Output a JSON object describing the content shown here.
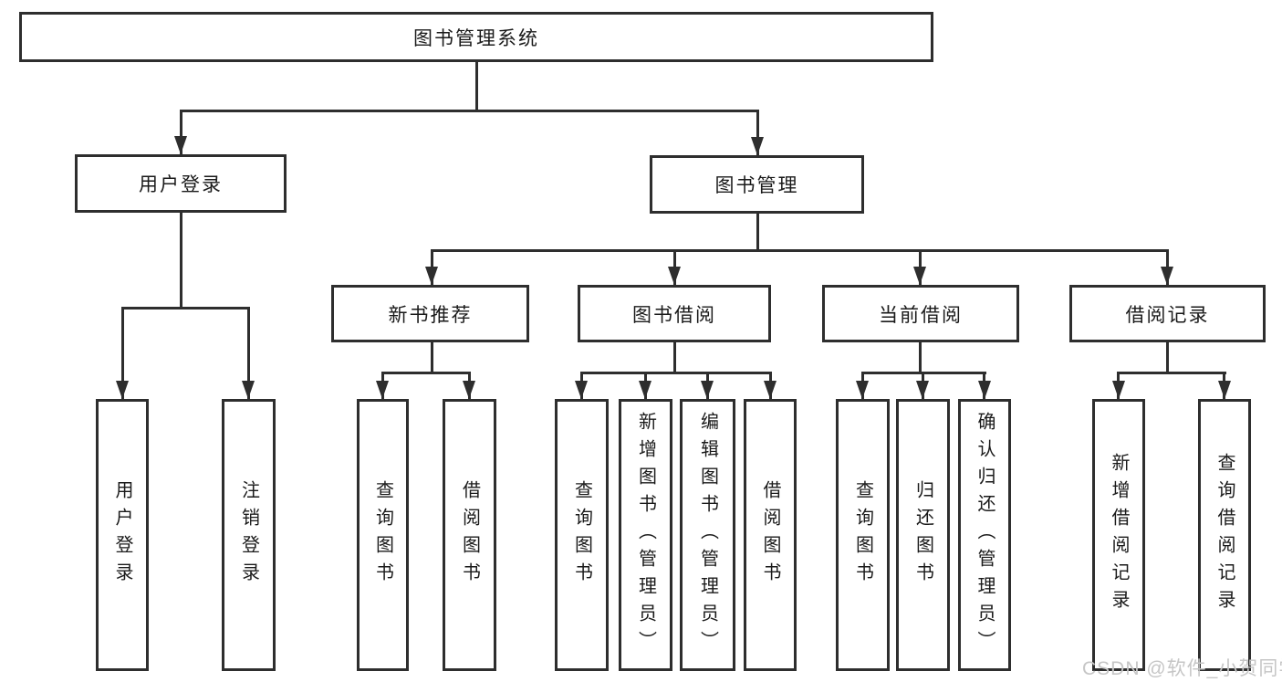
{
  "colors": {
    "line": "#2e2e2e",
    "text": "#1a1a1a",
    "background": "#ffffff",
    "watermark": "#c6c6c6"
  },
  "tree": {
    "root": {
      "label": "图书管理系统"
    },
    "level2": [
      {
        "label": "用户登录",
        "children": [
          {
            "label": "用户登录"
          },
          {
            "label": "注销登录"
          }
        ]
      },
      {
        "label": "图书管理",
        "children": [
          {
            "label": "新书推荐",
            "children": [
              {
                "label": "查询图书"
              },
              {
                "label": "借阅图书"
              }
            ]
          },
          {
            "label": "图书借阅",
            "children": [
              {
                "label": "查询图书"
              },
              {
                "label": "新增图书（管理员）"
              },
              {
                "label": "编辑图书（管理员）"
              },
              {
                "label": "借阅图书"
              }
            ]
          },
          {
            "label": "当前借阅",
            "children": [
              {
                "label": "查询图书"
              },
              {
                "label": "归还图书"
              },
              {
                "label": "确认归还（管理员）"
              }
            ]
          },
          {
            "label": "借阅记录",
            "children": [
              {
                "label": "新增借阅记录"
              },
              {
                "label": "查询借阅记录"
              }
            ]
          }
        ]
      }
    ]
  },
  "watermark": {
    "text": "CSDN @软件_小贺同学"
  }
}
